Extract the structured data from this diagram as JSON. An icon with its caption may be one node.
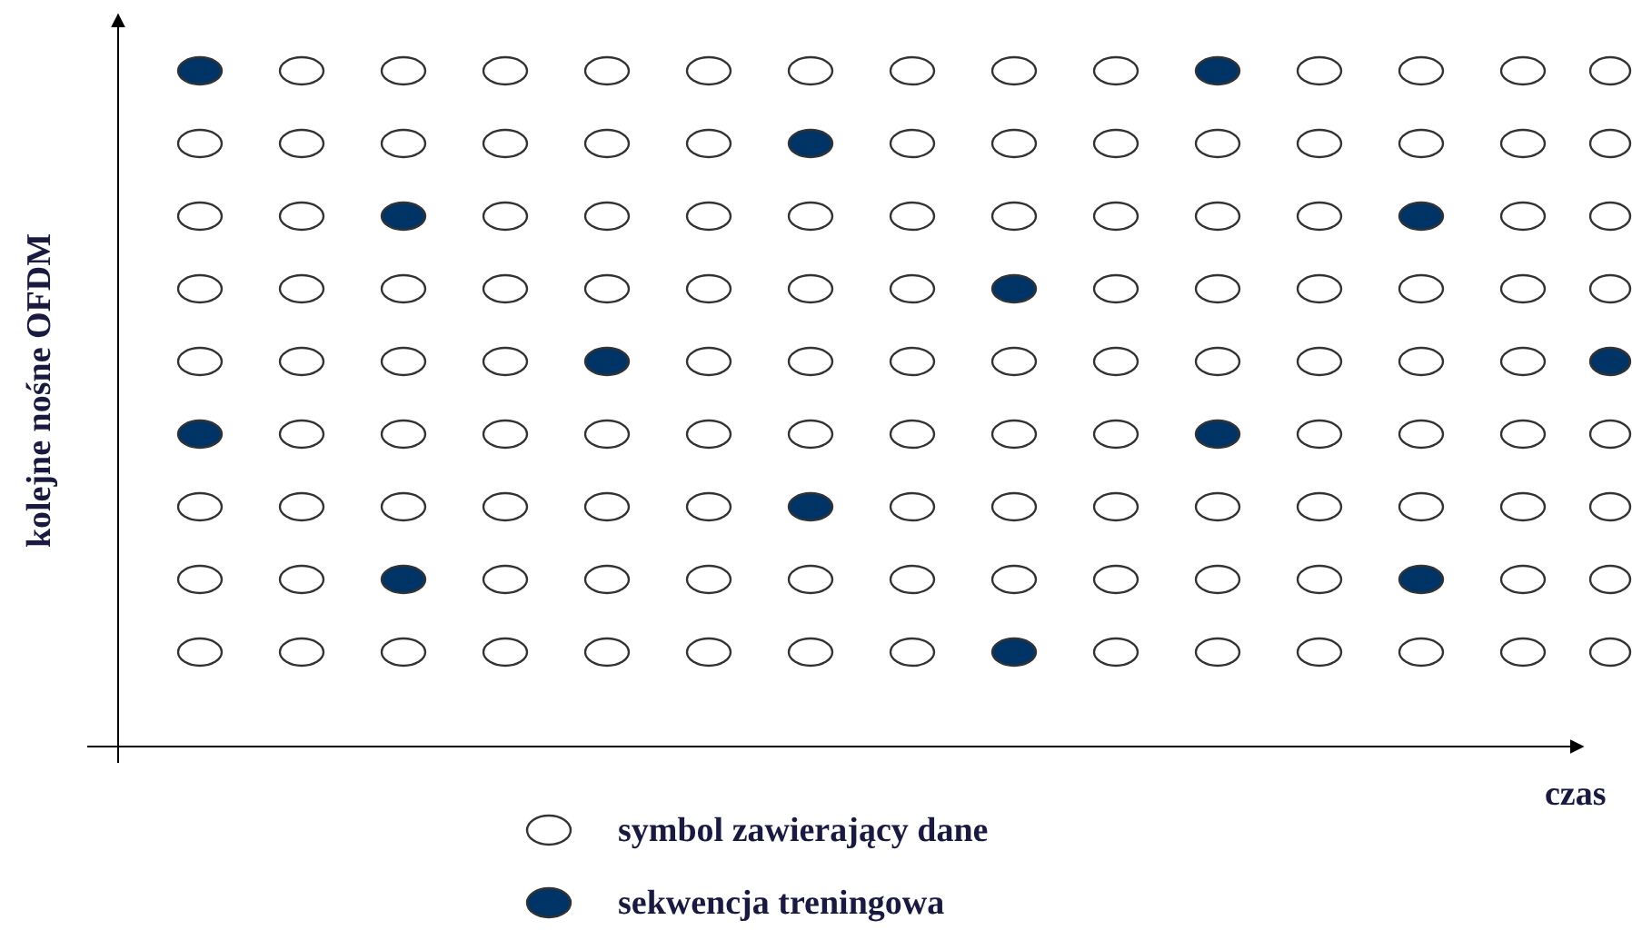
{
  "diagram": {
    "labels": [
      "kolejne nośne OFDM",
      "czas"
    ],
    "legend": [
      {
        "text": "symbol zawierający dane",
        "color": "#ffffff"
      },
      {
        "text": "sekwencja treningowa",
        "color": "#003366"
      }
    ]
  }
}
